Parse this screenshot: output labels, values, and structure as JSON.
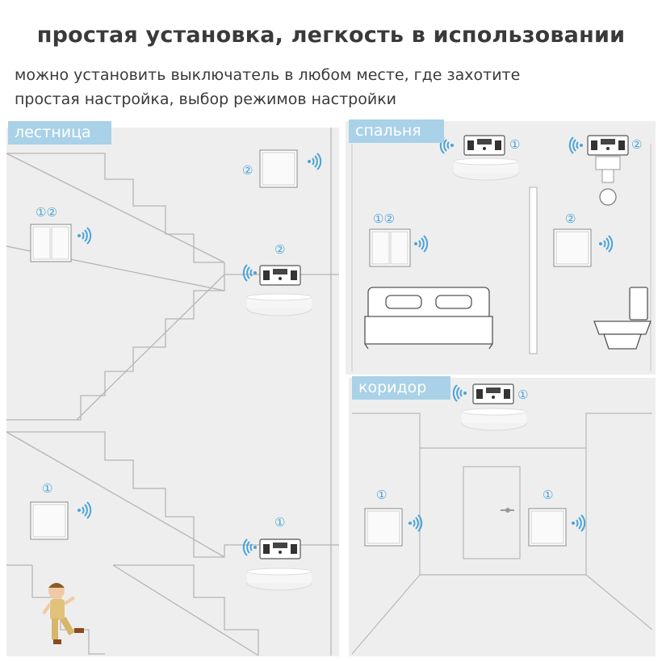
{
  "header": {
    "title": "простая установка, легкость в использовании",
    "line1": "можно установить выключатель в любом месте, где захотите",
    "line2": "простая настройка, выбор режимов настройки"
  },
  "rooms": {
    "stairs": "лестница",
    "bedroom": "спальня",
    "corridor": "коридор"
  },
  "markers": {
    "one": "①",
    "two": "②",
    "one_two": "①②"
  },
  "colors": {
    "accent": "#4aa3d8",
    "tag_bg": "#a9d1e8",
    "wall_bg": "#ededed",
    "line": "#b9b9b9"
  }
}
